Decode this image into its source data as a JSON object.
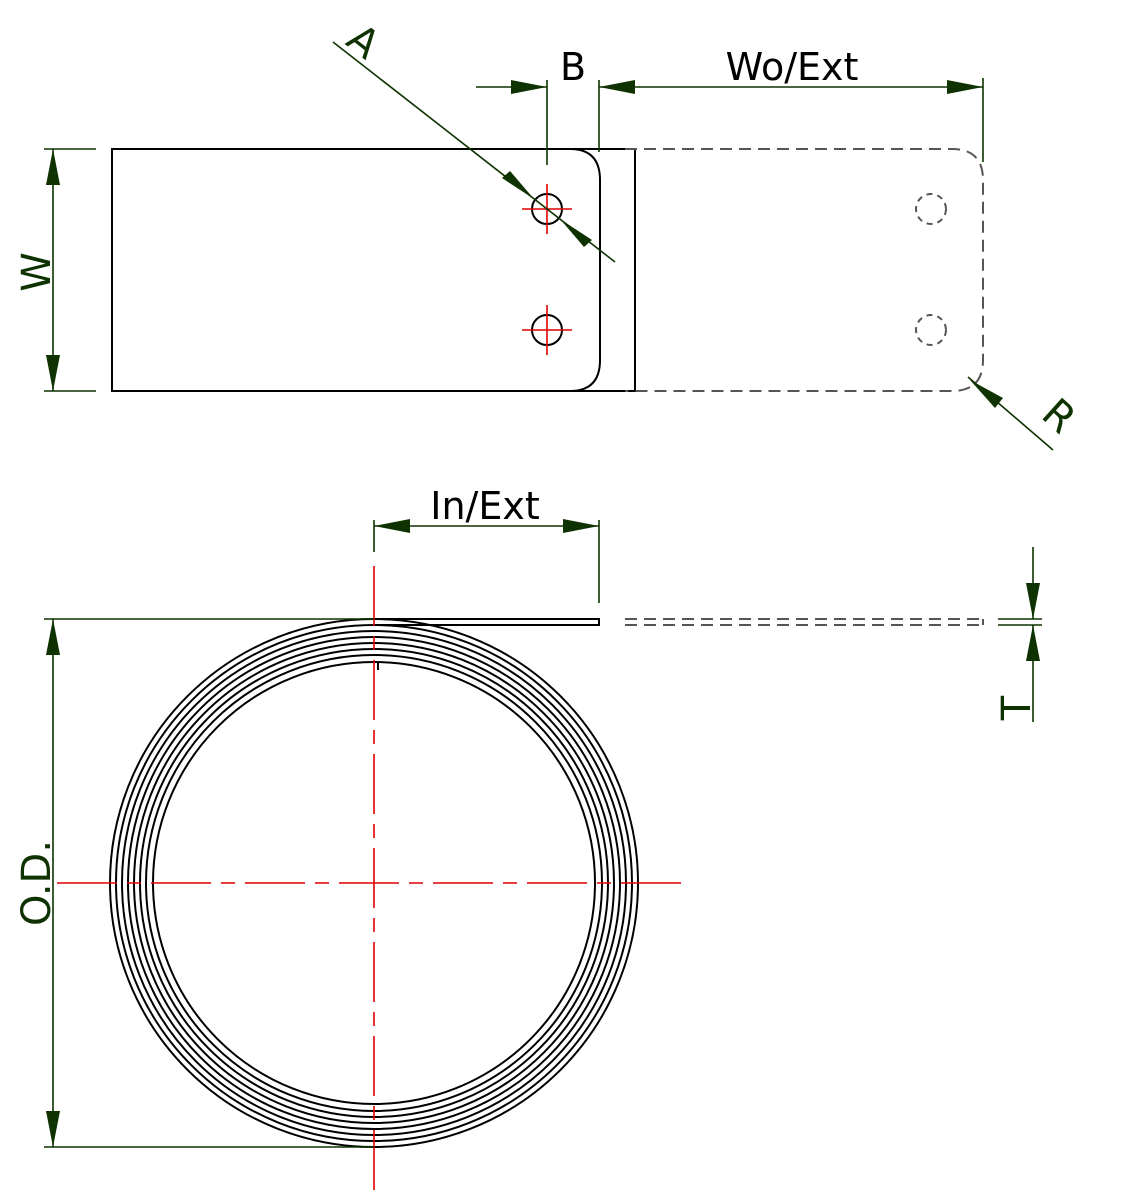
{
  "labels": {
    "hole_diameter": "A",
    "hole_offset": "B",
    "extension_width": "Wo/Ext",
    "width": "W",
    "radius": "R",
    "inner_extension": "In/Ext",
    "outer_diameter": "O.D.",
    "thickness": "T"
  },
  "colors": {
    "dimension": "#0e3300",
    "part": "#000000",
    "centerline": "#e00000",
    "hidden": "#555555"
  },
  "diagram": {
    "coil_turns": 7
  }
}
